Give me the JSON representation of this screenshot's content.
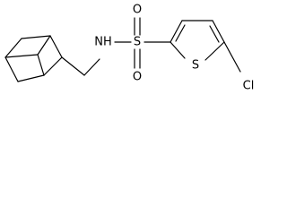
{
  "molecule": {
    "atoms": {
      "nh": "NH",
      "s_sulfonyl": "S",
      "o_top": "O",
      "o_bottom": "O",
      "s_ring": "S",
      "cl": "Cl"
    }
  }
}
